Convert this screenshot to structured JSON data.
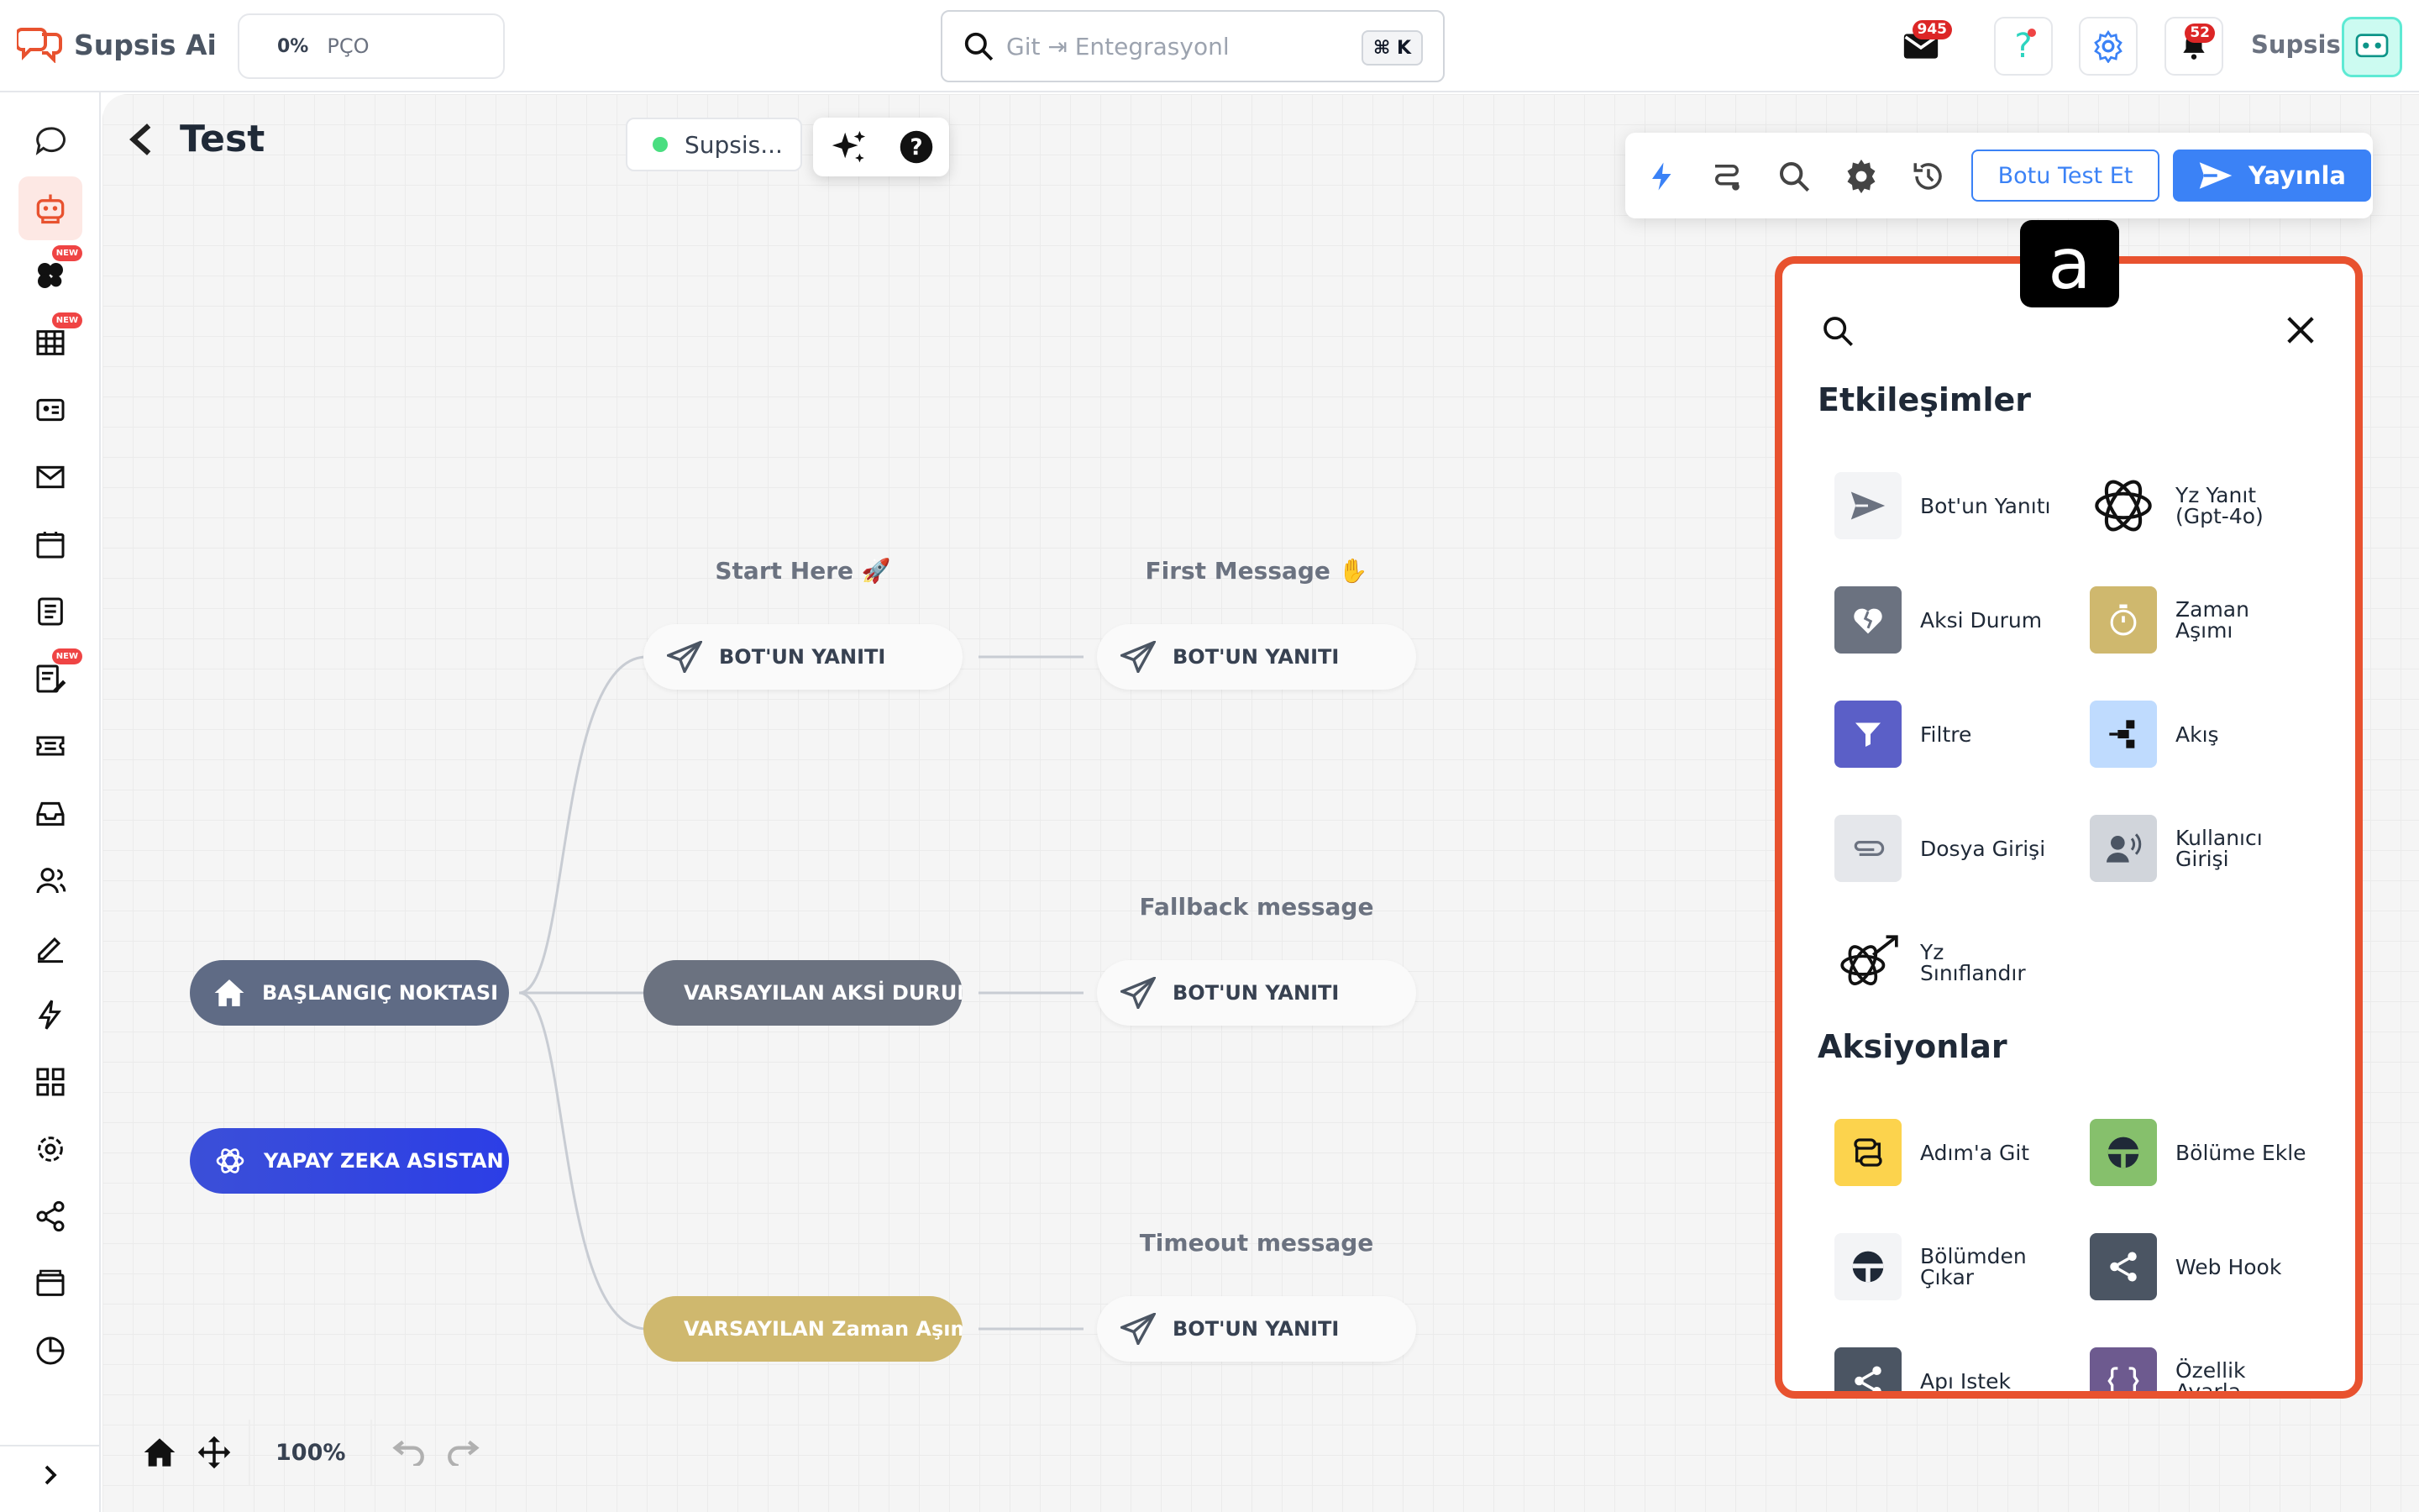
{
  "app": {
    "name": "Supsis Ai"
  },
  "header": {
    "progress_pct": "0%",
    "progress_label": "PÇO",
    "search_placeholder": "Git ⇥ Entegrasyonl",
    "search_shortcut": "⌘ K",
    "mail_badge": "945",
    "notif_badge": "52",
    "user_name": "Supsis"
  },
  "sidebar": {
    "new_badge": "NEW",
    "items": [
      "chat-icon",
      "bot-icon",
      "apps-icon",
      "table-icon",
      "contact-card-icon",
      "mail-icon",
      "calendar-icon",
      "list-icon",
      "form-icon",
      "ticket-icon",
      "inbox-icon",
      "users-icon",
      "edit-icon",
      "bolt-icon",
      "grid-icon",
      "settings-icon",
      "share-icon",
      "billing-icon",
      "analytics-icon"
    ]
  },
  "canvas": {
    "title": "Test",
    "status": "Supsis...",
    "zoom": "100%",
    "columns": [
      "Start Here 🚀",
      "First Message ✋",
      "Fallback message",
      "Timeout message"
    ],
    "nodes": {
      "start": "BAŞLANGIÇ NOKTASI",
      "ai": "YAPAY ZEKA ASISTAN",
      "bot1": "BOT'UN YANITI",
      "bot2": "BOT'UN YANITI",
      "fallback": "VARSAYILAN AKSİ DURUM",
      "bot3": "BOT'UN YANITI",
      "timeout": "VARSAYILAN Zaman Aşımı",
      "bot4": "BOT'UN YANITI"
    }
  },
  "toolbar": {
    "test_label": "Botu Test Et",
    "publish_label": "Yayınla"
  },
  "panel": {
    "tag": "a",
    "interactions_title": "Etkileşimler",
    "actions_title": "Aksiyonlar",
    "interactions": [
      {
        "label": "Bot'un Yanıtı",
        "icon": "send-icon",
        "bg": "#f3f4f6"
      },
      {
        "label": "Yz Yanıt (Gpt-4o)",
        "icon": "openai-icon",
        "bg": "#ffffff"
      },
      {
        "label": "Aksi Durum",
        "icon": "broken-heart-icon",
        "bg": "#6b7280"
      },
      {
        "label": "Zaman Aşımı",
        "icon": "timer-icon",
        "bg": "#cfb86e"
      },
      {
        "label": "Filtre",
        "icon": "filter-icon",
        "bg": "#5b5fc7"
      },
      {
        "label": "Akış",
        "icon": "flow-icon",
        "bg": "#bfdbfe"
      },
      {
        "label": "Dosya Girişi",
        "icon": "paperclip-icon",
        "bg": "#e5e7eb"
      },
      {
        "label": "Kullanıcı Girişi",
        "icon": "user-voice-icon",
        "bg": "#d1d5db"
      },
      {
        "label": "Yz Sınıflandır",
        "icon": "ai-classify-icon",
        "bg": "#ffffff"
      }
    ],
    "actions": [
      {
        "label": "Adım'a Git",
        "icon": "goto-icon",
        "bg": "#fcd34d"
      },
      {
        "label": "Bölüme Ekle",
        "icon": "segment-add-icon",
        "bg": "#86c06c"
      },
      {
        "label": "Bölümden Çıkar",
        "icon": "segment-remove-icon",
        "bg": "#f3f4f6"
      },
      {
        "label": "Web Hook",
        "icon": "share-icon",
        "bg": "#4b5563"
      },
      {
        "label": "Apı Istek",
        "icon": "share-icon",
        "bg": "#4b5563"
      },
      {
        "label": "Özellik Ayarla",
        "icon": "braces-icon",
        "bg": "#6d5a8f"
      }
    ]
  }
}
